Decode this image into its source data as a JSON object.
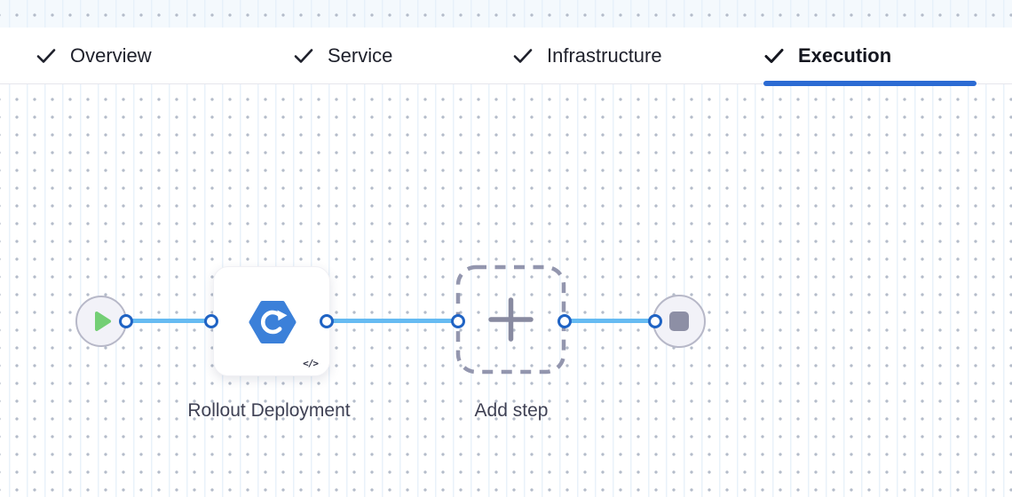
{
  "tabbar": {
    "tabs": [
      {
        "label": "Overview",
        "checked": true,
        "active": false
      },
      {
        "label": "Service",
        "checked": true,
        "active": false
      },
      {
        "label": "Infrastructure",
        "checked": true,
        "active": false
      },
      {
        "label": "Execution",
        "checked": true,
        "active": true
      }
    ]
  },
  "canvas": {
    "start_node": {
      "icon": "play-icon"
    },
    "step_node": {
      "label": "Rollout Deployment",
      "icon": "rollout-deployment-icon",
      "code_badge": "</>"
    },
    "add_step_node": {
      "label": "Add step",
      "icon": "plus-icon"
    },
    "end_node": {
      "icon": "stop-icon"
    }
  },
  "colors": {
    "active_tab_underline": "#2c6bd3",
    "tab_text": "#1e202b",
    "connector_line": "#66bbf2",
    "connector_point_border": "#1f63c4",
    "step_icon_blue": "#3b80d9",
    "play_green": "#74cf75",
    "node_fill": "#f2f2f8",
    "node_border": "#b7b8c8",
    "stop_square": "#8d8fa5",
    "dashed_border": "#9396ae",
    "label_text": "#3f4154"
  }
}
